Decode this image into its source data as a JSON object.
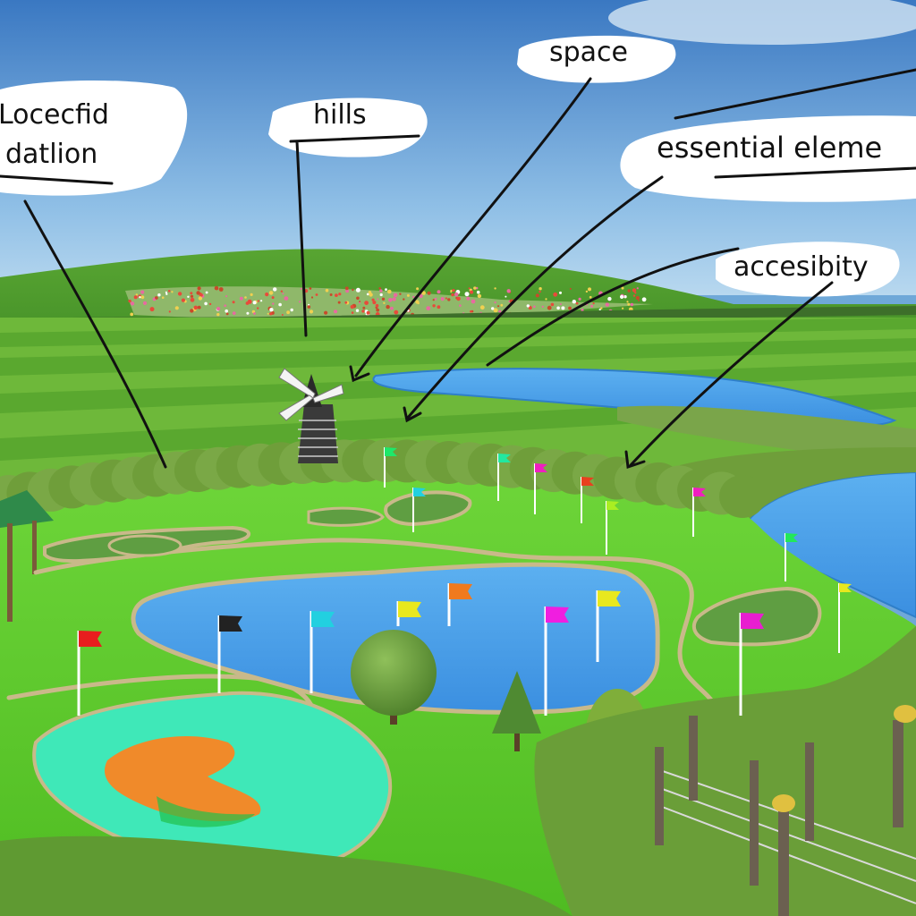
{
  "annotations": [
    {
      "id": "location",
      "lines": [
        "Locecfid",
        "datlion"
      ]
    },
    {
      "id": "hills",
      "lines": [
        "hills"
      ]
    },
    {
      "id": "space",
      "lines": [
        "space"
      ]
    },
    {
      "id": "essential",
      "lines": [
        "essential eleme"
      ]
    },
    {
      "id": "accessibility",
      "lines": [
        "accesibity"
      ]
    }
  ],
  "colors": {
    "sky_top": "#3f7fc6",
    "sky_bottom": "#a9cde8",
    "hill": "#4f9a2e",
    "field_light": "#7cc043",
    "field_dark": "#5fa532",
    "lawn": "#5fce2c",
    "water": "#4a9fe8",
    "water_edge": "#2f7fc9",
    "hedge": "#6f9e3a",
    "course_border": "#c9b98a",
    "pad_cyan": "#3fe8b8",
    "pad_orange": "#f08a2a",
    "cloud": "#ffffff",
    "ink": "#111111"
  },
  "flags": [
    {
      "color": "#e81e1e"
    },
    {
      "color": "#222222"
    },
    {
      "color": "#22d0e0"
    },
    {
      "color": "#e8e81e"
    },
    {
      "color": "#f07a1e"
    },
    {
      "color": "#f01ee0"
    },
    {
      "color": "#e8e81e"
    },
    {
      "color": "#e81ed0"
    },
    {
      "color": "#1ee86a"
    },
    {
      "color": "#22d0e0"
    },
    {
      "color": "#f01ec0"
    },
    {
      "color": "#e8401e"
    },
    {
      "color": "#aaee22"
    },
    {
      "color": "#22e8a0"
    },
    {
      "color": "#f01ec0"
    },
    {
      "color": "#22e85a"
    },
    {
      "color": "#e8e81e"
    }
  ]
}
